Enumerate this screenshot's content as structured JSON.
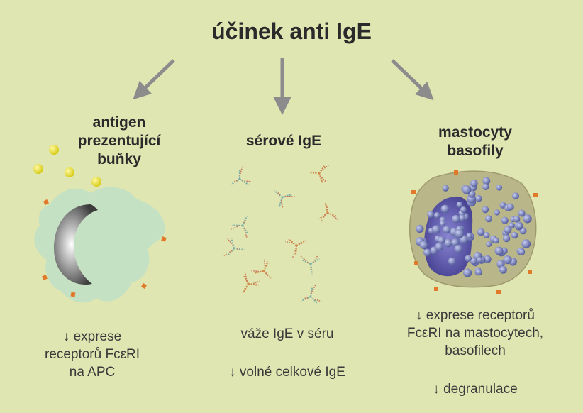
{
  "title": "účinek anti IgE",
  "columns": [
    {
      "title_lines": [
        "antigen",
        "prezentující",
        "buňky"
      ],
      "caption_lines": [
        "↓ exprese",
        "receptorů FcεRI",
        "na  APC"
      ]
    },
    {
      "title_lines": [
        "sérové IgE"
      ],
      "caption_lines": [
        "váže IgE v séru"
      ],
      "caption2": "↓ volné celkové IgE"
    },
    {
      "title_lines": [
        "mastocyty",
        "basofily"
      ],
      "caption_lines": [
        "↓  exprese receptorů",
        "FcεRI na mastocytech,",
        "basofilech"
      ],
      "caption2": "↓ degranulace"
    }
  ],
  "colors": {
    "background": "#dfe6b2",
    "arrow": "#8c8c8c",
    "antigen": "#e8e02a",
    "apc_cell": "#c3e0c4",
    "receptor": "#e07a2a",
    "mast_cell": "#b9b68a",
    "nucleus": "#5a56a8",
    "granule": "#6f78b8"
  }
}
